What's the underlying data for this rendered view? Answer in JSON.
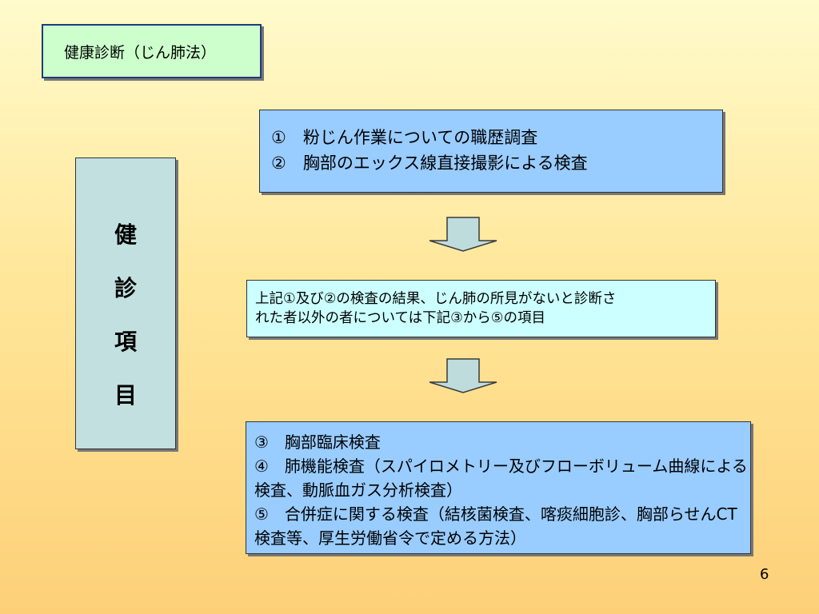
{
  "slide": {
    "title": "健康診断（じん肺法）",
    "side_label": [
      "健",
      "診",
      "項",
      "目"
    ],
    "step1": {
      "lines": [
        "①　粉じん作業についての職歴調査",
        "②　胸部のエックス線直接撮影による検査"
      ]
    },
    "step2": {
      "lines": [
        "上記①及び②の検査の結果、じん肺の所見がないと診断さ",
        "れた者以外の者については下記③から⑤の項目"
      ]
    },
    "step3": {
      "items": [
        "③　胸部臨床検査",
        "④　肺機能検査（スパイロメトリー及びフローボリューム曲線による検査、動脈血ガス分析検査）",
        "⑤　合併症に関する検査（結核菌検査、喀痰細胞診、胸部らせんCT検査等、厚生労働省令で定める方法）"
      ]
    },
    "page_number": "6",
    "colors": {
      "title_bg": "#ccffcc",
      "side_bg": "#c2e0e0",
      "blue_box": "#99ccff",
      "cyan_box": "#ccffff",
      "arrow_fill": "#bfdcdc"
    }
  }
}
